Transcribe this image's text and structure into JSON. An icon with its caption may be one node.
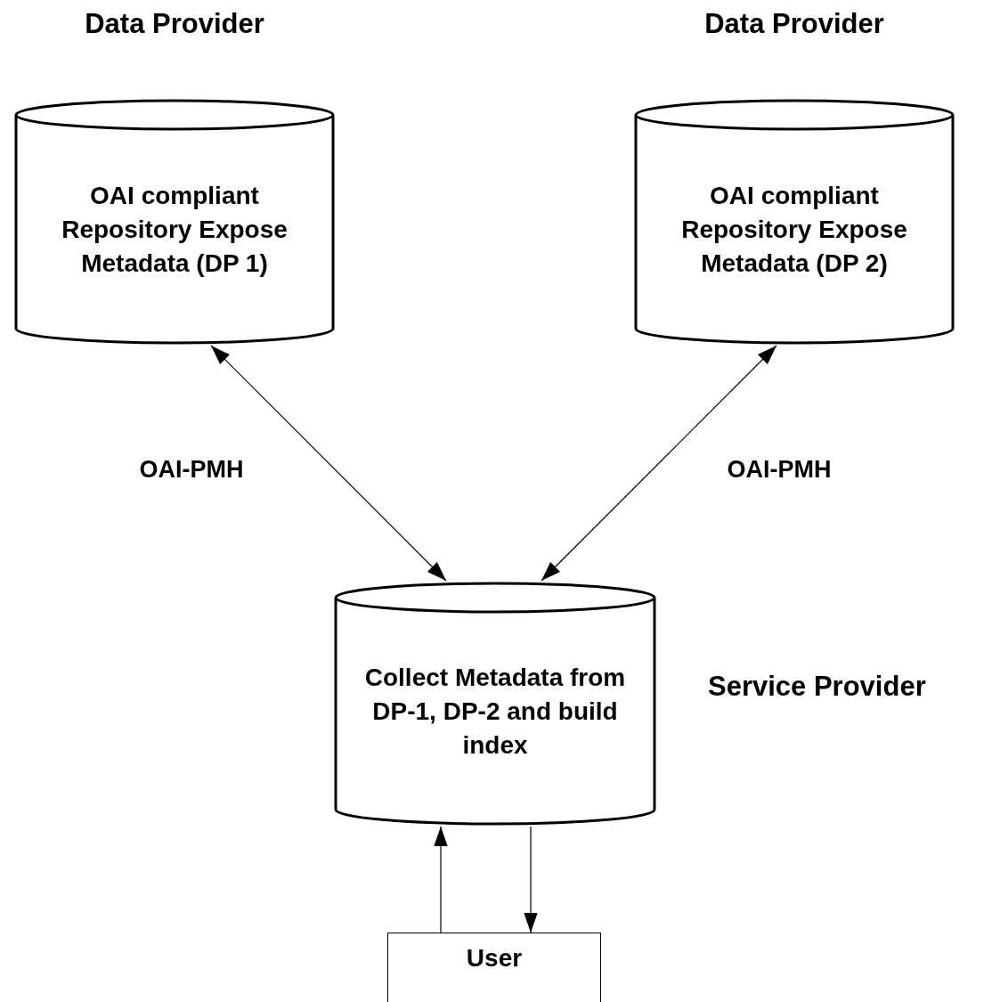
{
  "diagram": {
    "nodes": [
      {
        "text": [
          "Data Provider",
          "OAI compliant Repository Expose Metadata (DP 1)"
        ]
      },
      {
        "text": [
          "Data Provider",
          "OAI compliant Repository Expose Metadata (DP 2)"
        ]
      },
      {
        "text": [
          "Collect Metadata from DP-1, DP-2 and build index"
        ],
        "beside": [
          "Service Provider"
        ]
      },
      {
        "text": [
          "User"
        ]
      }
    ],
    "edges": [
      {
        "from": 0,
        "to": 2,
        "arrow": "both",
        "label": "OAI-PMH"
      },
      {
        "from": 1,
        "to": 2,
        "arrow": "both",
        "label": "OAI-PMH"
      },
      {
        "from": 3,
        "to": 2,
        "arrow": "to"
      },
      {
        "from": 2,
        "to": 3,
        "arrow": "to"
      }
    ]
  }
}
